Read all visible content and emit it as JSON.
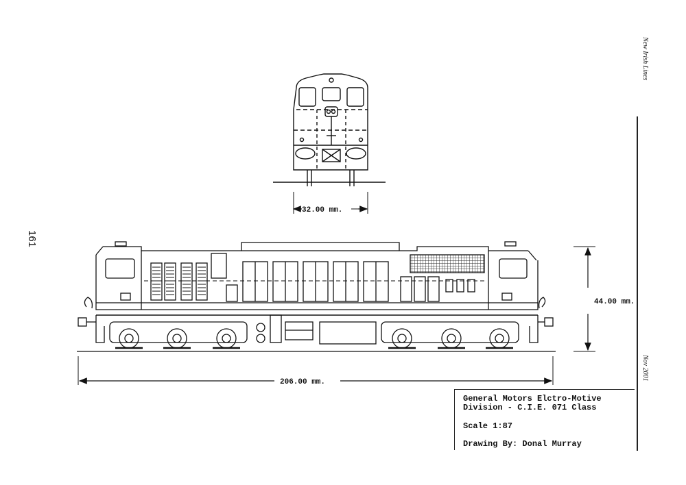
{
  "journal_name": "New Irish Lines",
  "date": "Nov 2001",
  "page_number": "161",
  "dimensions": {
    "front_width": "32.00 mm.",
    "side_height": "44.00 mm.",
    "overall_length": "206.00 mm."
  },
  "title_block": {
    "line1": "General Motors Elctro-Motive",
    "line2": "Division - C.I.E. 071 Class",
    "scale": "Scale 1:87",
    "drawn_by": "Drawing By: Donal Murray"
  }
}
